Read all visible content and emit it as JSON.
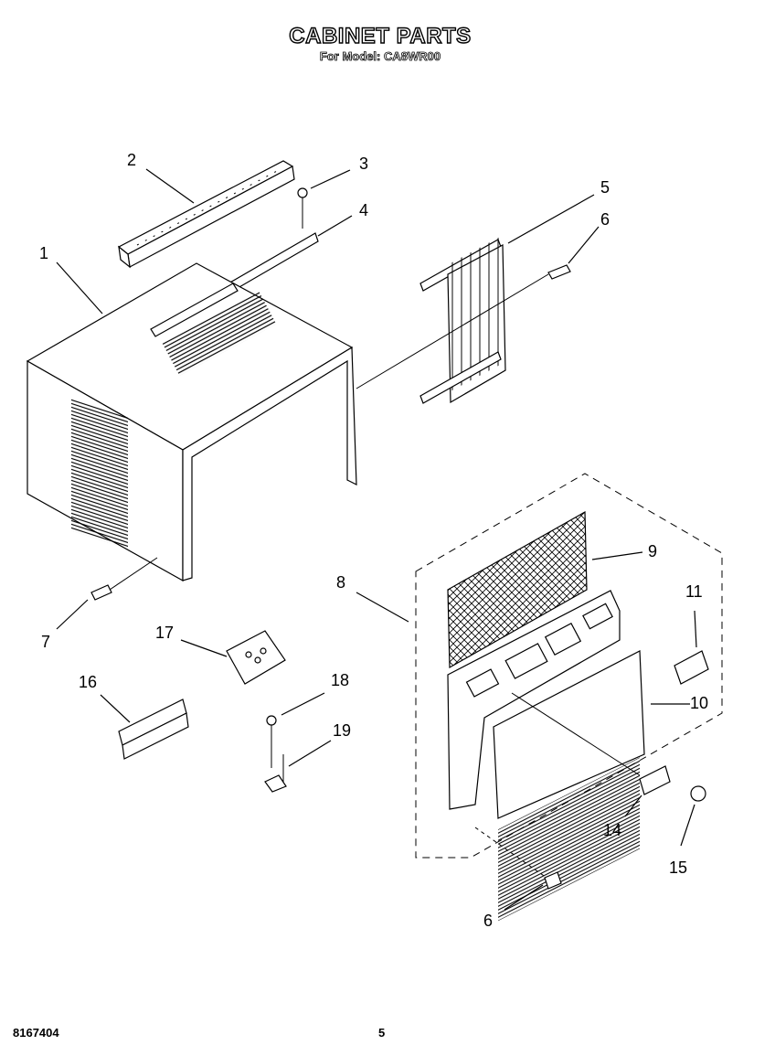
{
  "title": "CABINET PARTS",
  "subtitle": "For Model: CA8WR00",
  "doc_number": "8167404",
  "page_number": "5",
  "callouts": [
    "1",
    "2",
    "3",
    "4",
    "5",
    "6",
    "7",
    "8",
    "9",
    "10",
    "11",
    "14",
    "15",
    "6",
    "16",
    "17",
    "18",
    "19"
  ]
}
